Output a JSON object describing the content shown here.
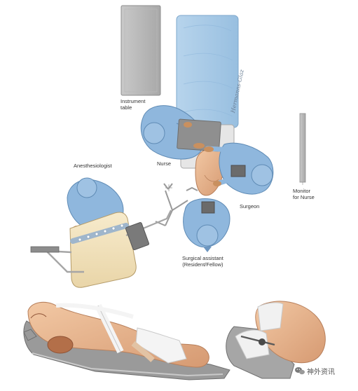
{
  "labels": {
    "instrument_table_line1": "Instrument",
    "instrument_table_line2": "table",
    "nurse": "Nurse",
    "anesthesiologist": "Anesthesiologist",
    "surgeon": "Surgeon",
    "monitor_line1": "Monitor",
    "monitor_line2": "for Nurse",
    "assistant_line1": "Surgical assistant",
    "assistant_line2": "(Resident/Fellow)"
  },
  "signature": "Hermanns-Glaz",
  "watermark": {
    "text": "神外资讯",
    "icon": "wechat-icon"
  },
  "colors": {
    "drape_blue": "#a9cbe6",
    "gown_blue": "#8fb7dd",
    "gown_dark": "#6d96c0",
    "skin": "#e8b48f",
    "skin_dark": "#c98d66",
    "table_gray": "#bdbdbd",
    "pad_cream": "#f3e3bd",
    "strap_white": "#f4f4f4"
  }
}
